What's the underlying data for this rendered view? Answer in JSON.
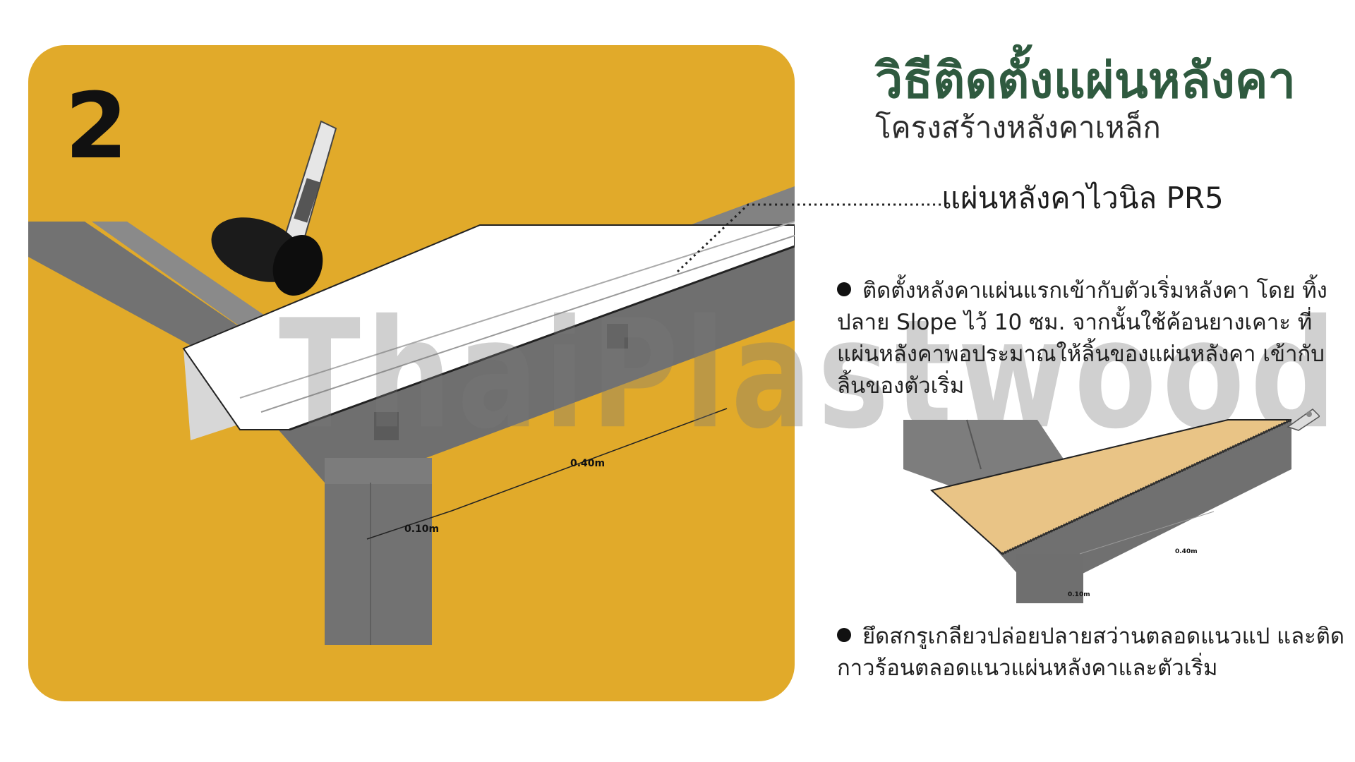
{
  "step_number": "2",
  "title": "วิธีติดตั้งแผ่นหลังคา",
  "subtitle": "โครงสร้างหลังคาเหล็ก",
  "callout_label": "แผ่นหลังคาไวนิล PR5",
  "bullets": [
    "ติดตั้งหลังคาแผ่นแรกเข้ากับตัวเริ่มหลังคา โดย ทิ้งปลาย Slope ไว้ 10 ซม. จากนั้นใช้ค้อนยางเคาะ ที่แผ่นหลังคาพอประมาณให้ลิ้นของแผ่นหลังคา เข้ากับลิ้นของตัวเริ่ม",
    "ยึดสกรูเกลียวปล่อยปลายสว่านตลอดแนวแป และติดกาวร้อนตลอดแนวแผ่นหลังคาและตัวเริ่ม"
  ],
  "main_dims": {
    "span": "0.40m",
    "overhang": "0.10m"
  },
  "small_dims": {
    "span": "0.40m",
    "overhang": "0.10m"
  },
  "watermark": "ThaiPlastwood",
  "colors": {
    "panel": "#e1aa2a",
    "title": "#2f5a3f",
    "steel": "#6e6e6e",
    "sheet_light": "#ffffff",
    "sheet_wood": "#e9c486"
  }
}
